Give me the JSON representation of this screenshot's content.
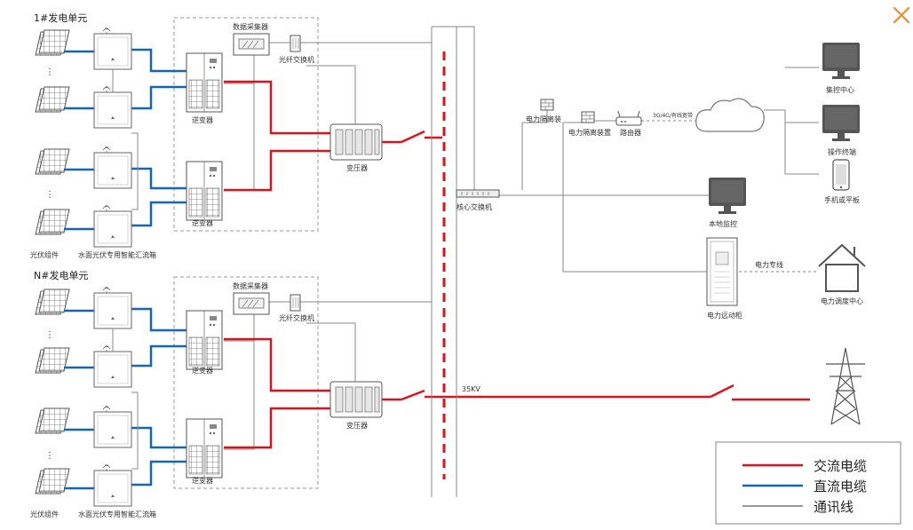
{
  "unit1": {
    "title": "1#发电单元",
    "pv_label": "光伏组件",
    "combiner_label": "水面光伏专用智能汇流箱"
  },
  "unitN": {
    "title": "N#发电单元",
    "pv_label": "光伏组件",
    "combiner_label": "水面光伏专用智能汇流箱"
  },
  "labels": {
    "data_collector": "数据采集器",
    "fiber_switch": "光纤交换机",
    "inverter": "逆变器",
    "transformer": "变压器",
    "core_switch": "核心交换机",
    "isolation_1": "电力隔离装",
    "isolation_2": "电力隔离装置",
    "router": "路由器",
    "network": "3G/4G/有线宽带",
    "control_center": "集控中心",
    "operation_terminal": "操作终端",
    "mobile_tablet": "手机或平板",
    "local_monitor": "本地监控",
    "power_line": "电力专线",
    "dispatch_center": "电力调度中心",
    "remote_cabinet": "电力远动柜",
    "voltage": "35KV"
  },
  "legend": [
    {
      "label": "交流电缆",
      "color": "#d9141c"
    },
    {
      "label": "直流电缆",
      "color": "#1565c0"
    },
    {
      "label": "通讯线",
      "color": "#777777"
    }
  ],
  "colors": {
    "ac": "#d9141c",
    "dc": "#1565c0",
    "comm": "#888888",
    "close": "#f08a2a"
  },
  "icons": {
    "close": "close-icon"
  }
}
